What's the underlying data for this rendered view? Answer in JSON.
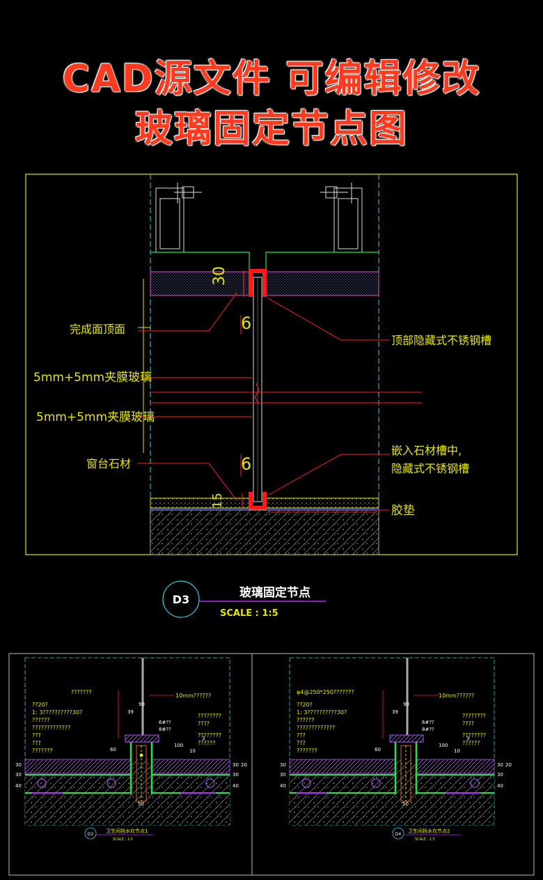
{
  "header": {
    "line1": "CAD源文件 可编辑修改",
    "line2": "玻璃固定节点图"
  },
  "main_detail": {
    "labels": {
      "finish_top": "完成面顶面",
      "glass_upper": "5mm+5mm夹膜玻璃",
      "glass_lower": "5mm+5mm夹膜玻璃",
      "sill_stone": "窗台石材",
      "top_channel": "顶部隐藏式不锈钢槽",
      "embed_line1": "嵌入石材槽中,",
      "embed_line2": "隐藏式不锈钢槽",
      "rubber_pad": "胶垫"
    },
    "dims": {
      "top_30": "30",
      "gap_top_6": "6",
      "gap_bot_6": "6",
      "bottom_15": "15"
    },
    "title_block": {
      "badge": "D3",
      "name": "玻璃固定节点",
      "scale": "SCALE :   1:5"
    }
  },
  "detail_left": {
    "notes": [
      "???????",
      "??20?",
      "1: 3??????????30?",
      "??????",
      "?????????????",
      "???",
      "???",
      "???????"
    ],
    "callout_top": "10mm??????",
    "dims": [
      "90",
      "39",
      "6#??",
      "8#??",
      "60",
      "100",
      "10",
      "3",
      "50",
      "30",
      "30",
      "40",
      "30",
      "20",
      "30",
      "40"
    ],
    "right_notes": [
      "????????",
      "????",
      "????????",
      "??????"
    ],
    "title_block": {
      "badge": "D3",
      "name": "卫生间挡水坎节点1",
      "scale": "SCALE :   1:5"
    }
  },
  "detail_right": {
    "notes": [
      "φ4@250*250???????",
      "??20?",
      "1: 3??????????30?",
      "??????",
      "?????????????",
      "???",
      "???",
      "???????"
    ],
    "callout_top": "10mm??????",
    "dims": [
      "90",
      "39",
      "6#??",
      "8#??",
      "60",
      "100",
      "10",
      "3",
      "50",
      "30",
      "30",
      "40",
      "30",
      "20",
      "30",
      "40"
    ],
    "right_notes": [
      "????????",
      "????",
      "????????",
      "??????"
    ],
    "title_block": {
      "badge": "D4",
      "name": "卫生间挡水坎节点2",
      "scale": "SCALE :   1:5"
    }
  }
}
